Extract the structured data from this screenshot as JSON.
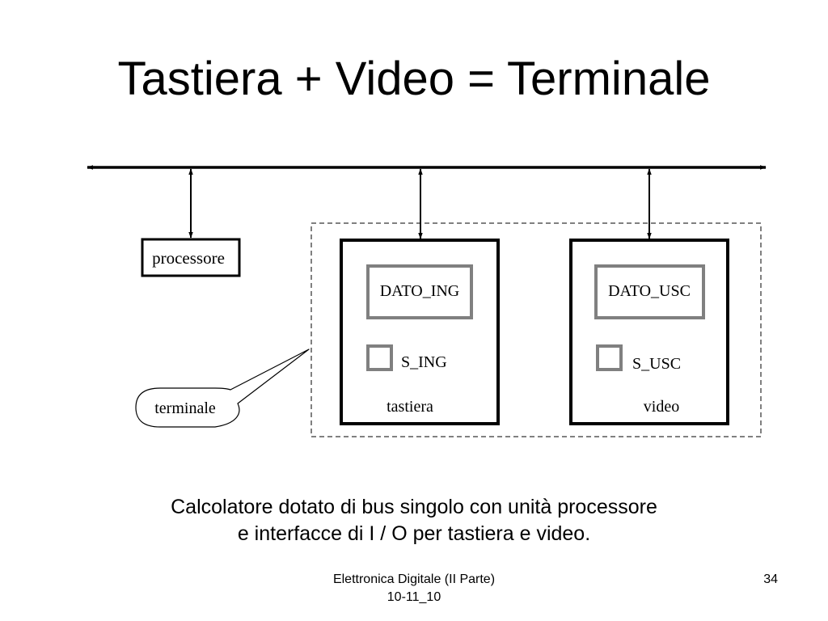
{
  "slide": {
    "title": "Tastiera + Video = Terminale"
  },
  "diagram": {
    "processor_label": "processore",
    "terminal_label": "terminale",
    "keyboard": {
      "data_register": "DATO_ING",
      "status_flag": "S_ING",
      "label": "tastiera"
    },
    "video": {
      "data_register": "DATO_USC",
      "status_flag": "S_USC",
      "label": "video"
    }
  },
  "caption": {
    "line1": "Calcolatore dotato di bus singolo con unità processore",
    "line2": "e interfacce di I / O per tastiera e video."
  },
  "footer": {
    "course": "Elettronica Digitale (II Parte)",
    "date": "10-11_10",
    "page_number": "34"
  },
  "colors": {
    "register_border": "#808080",
    "line": "#000000"
  }
}
